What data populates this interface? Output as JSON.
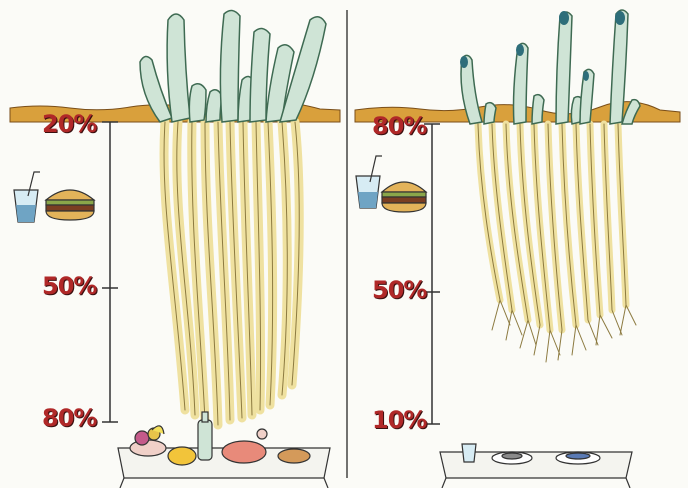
{
  "left_panel": {
    "labels": {
      "top": "20%",
      "middle": "50%",
      "bottom": "80%"
    }
  },
  "right_panel": {
    "labels": {
      "top": "80%",
      "middle": "50%",
      "bottom": "10%"
    }
  },
  "colors": {
    "label_red": "#b02828",
    "soil": "#d9a03c",
    "shoot_green": "#cfe4d6",
    "root_cream": "#f3e7a3"
  },
  "icons": [
    "drink-glass-icon",
    "burger-icon",
    "food-table-icon"
  ]
}
